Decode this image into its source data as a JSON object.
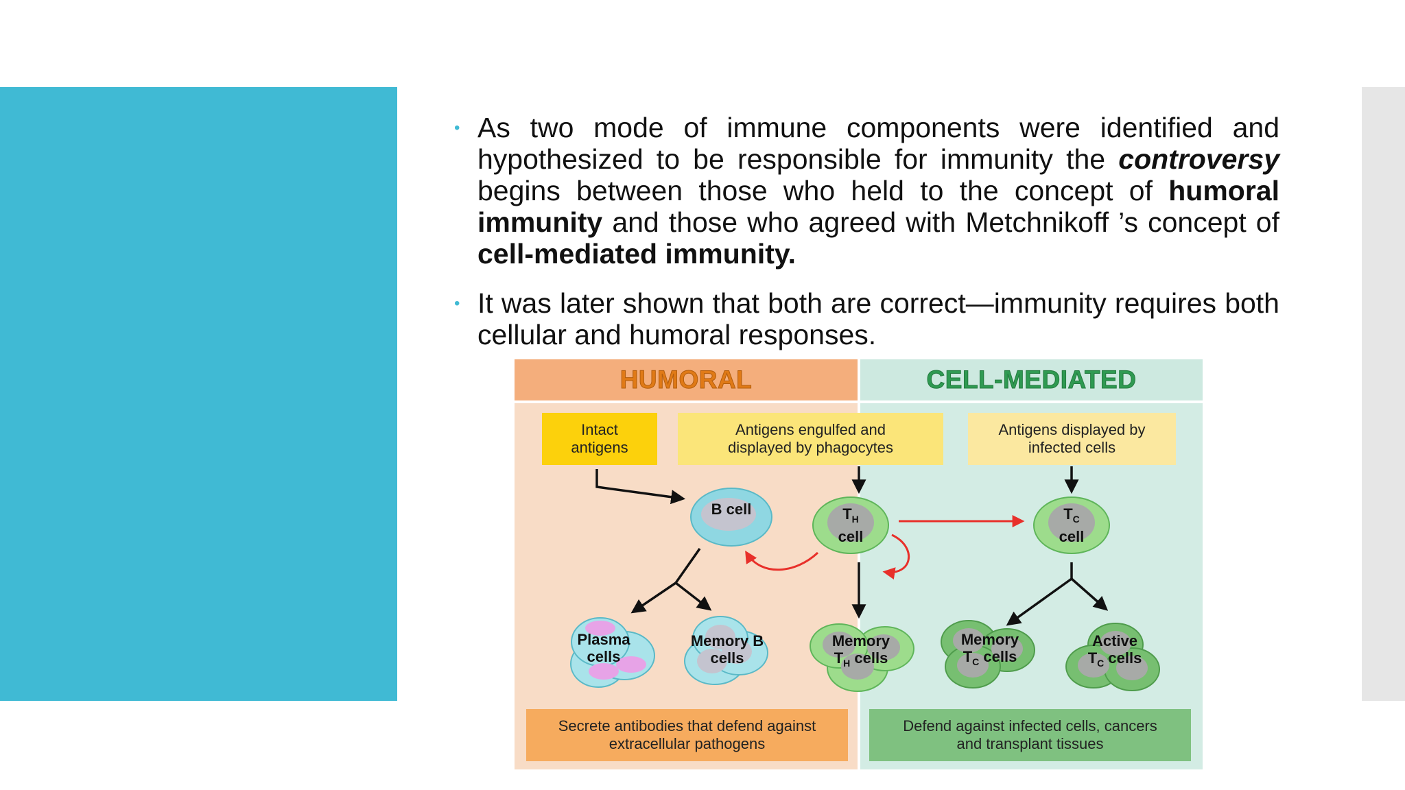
{
  "slide": {
    "bullets": [
      {
        "parts": [
          {
            "t": "As two mode of immune components were identified and hypothesized to be responsible for immunity the ",
            "s": "n"
          },
          {
            "t": "controversy",
            "s": "bi"
          },
          {
            "t": " begins between those who held to the concept of ",
            "s": "n"
          },
          {
            "t": "humoral immunity",
            "s": "b"
          },
          {
            "t": " and those who agreed with Metchnikoff ’s concept of ",
            "s": "n"
          },
          {
            "t": "cell-mediated immunity.",
            "s": "b"
          }
        ]
      },
      {
        "parts": [
          {
            "t": "It was later shown that both are correct—immunity requires both cellular and humoral responses.",
            "s": "n"
          }
        ]
      }
    ]
  },
  "diagram": {
    "humoral_title": "HUMORAL",
    "cell_title": "CELL-MEDIATED",
    "intact_antigens": "Intact antigens",
    "antigens_engulfed": "Antigens engulfed and displayed by phagocytes",
    "antigens_displayed": "Antigens displayed by infected cells",
    "b_cell": "B cell",
    "th_cell": {
      "main": "T",
      "sub": "H",
      "line2": "cell"
    },
    "tc_cell": {
      "main": "T",
      "sub": "C",
      "line2": "cell"
    },
    "plasma_cells": "Plasma cells",
    "memory_b_cells": "Memory B cells",
    "memory_th_cells": {
      "line1": "Memory",
      "main": "T",
      "sub": "H",
      "rest": " cells"
    },
    "memory_tc_cells": {
      "line1": "Memory",
      "main": "T",
      "sub": "C",
      "rest": " cells"
    },
    "active_tc_cells": {
      "line1": "Active",
      "main": "T",
      "sub": "C",
      "rest": " cells"
    },
    "secrete_text": "Secrete antibodies that defend against extracellular pathogens",
    "defend_text": "Defend against infected cells, cancers and transplant tissues",
    "colors": {
      "accent": "#40bad4",
      "humoral_header": "#f4ae7c",
      "cell_header": "#cde9e0",
      "b_cell_fill": "#a9e3ea",
      "t_cell_fill": "#9ddc8c"
    }
  }
}
